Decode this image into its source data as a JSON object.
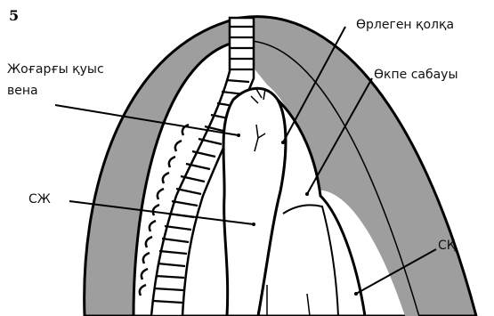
{
  "figure": {
    "number": "5"
  },
  "labels": {
    "svc_line1": "Жоғарғы қуыс",
    "svc_line2": "вена",
    "ascending_aorta": "Өрлеген қолқа",
    "pulmonary_trunk": "Өкпе сабауы",
    "right_atrium": "СЖ",
    "left_ventricle": "СҚ"
  },
  "colors": {
    "outer_ring": "#9e9e9e",
    "organ_fill": "#ffffff",
    "outline": "#000000"
  }
}
